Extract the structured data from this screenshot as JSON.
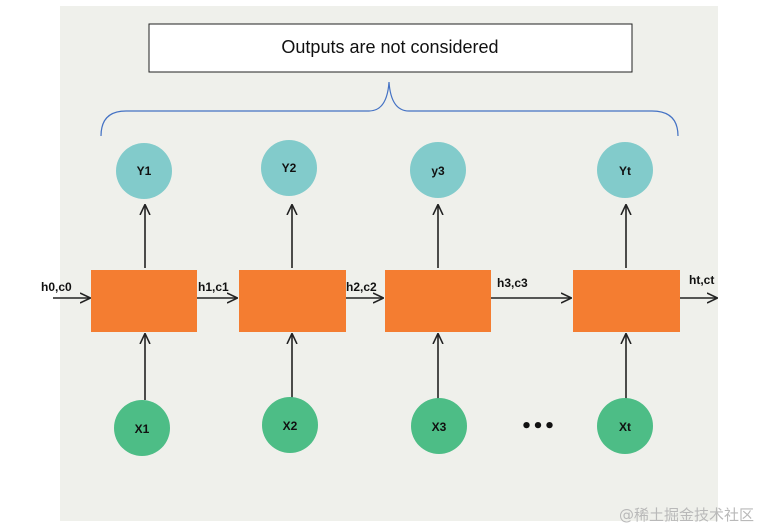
{
  "header_box": {
    "text": "Outputs are not considered"
  },
  "cells": [
    {
      "input": "X1",
      "output": "Y1",
      "state_in": "h0,c0",
      "state_out": "h1,c1"
    },
    {
      "input": "X2",
      "output": "Y2",
      "state_out": "h2,c2"
    },
    {
      "input": "X3",
      "output": "y3",
      "state_out": "h3,c3"
    },
    {
      "input": "Xt",
      "output": "Yt",
      "state_out": "ht,ct"
    }
  ],
  "ellipsis": "•••",
  "watermark": "@稀土掘金技术社区",
  "colors": {
    "background": "#eff0eb",
    "cell": "#f47d31",
    "input_node": "#4dbd86",
    "output_node": "#82cbcb",
    "brace": "#4472c4",
    "arrow": "#222222"
  }
}
